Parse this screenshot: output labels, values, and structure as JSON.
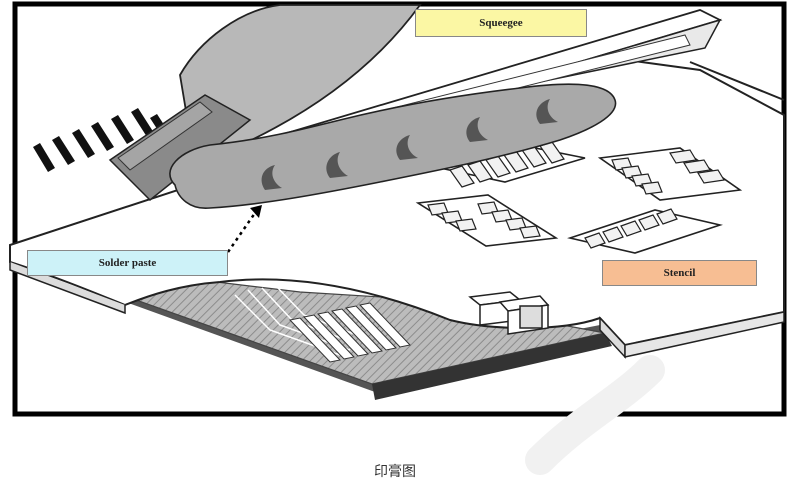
{
  "labels": {
    "squeegee": "Squeegee",
    "solder_paste": "Solder paste",
    "stencil": "Stencil"
  },
  "caption": "印膏图"
}
